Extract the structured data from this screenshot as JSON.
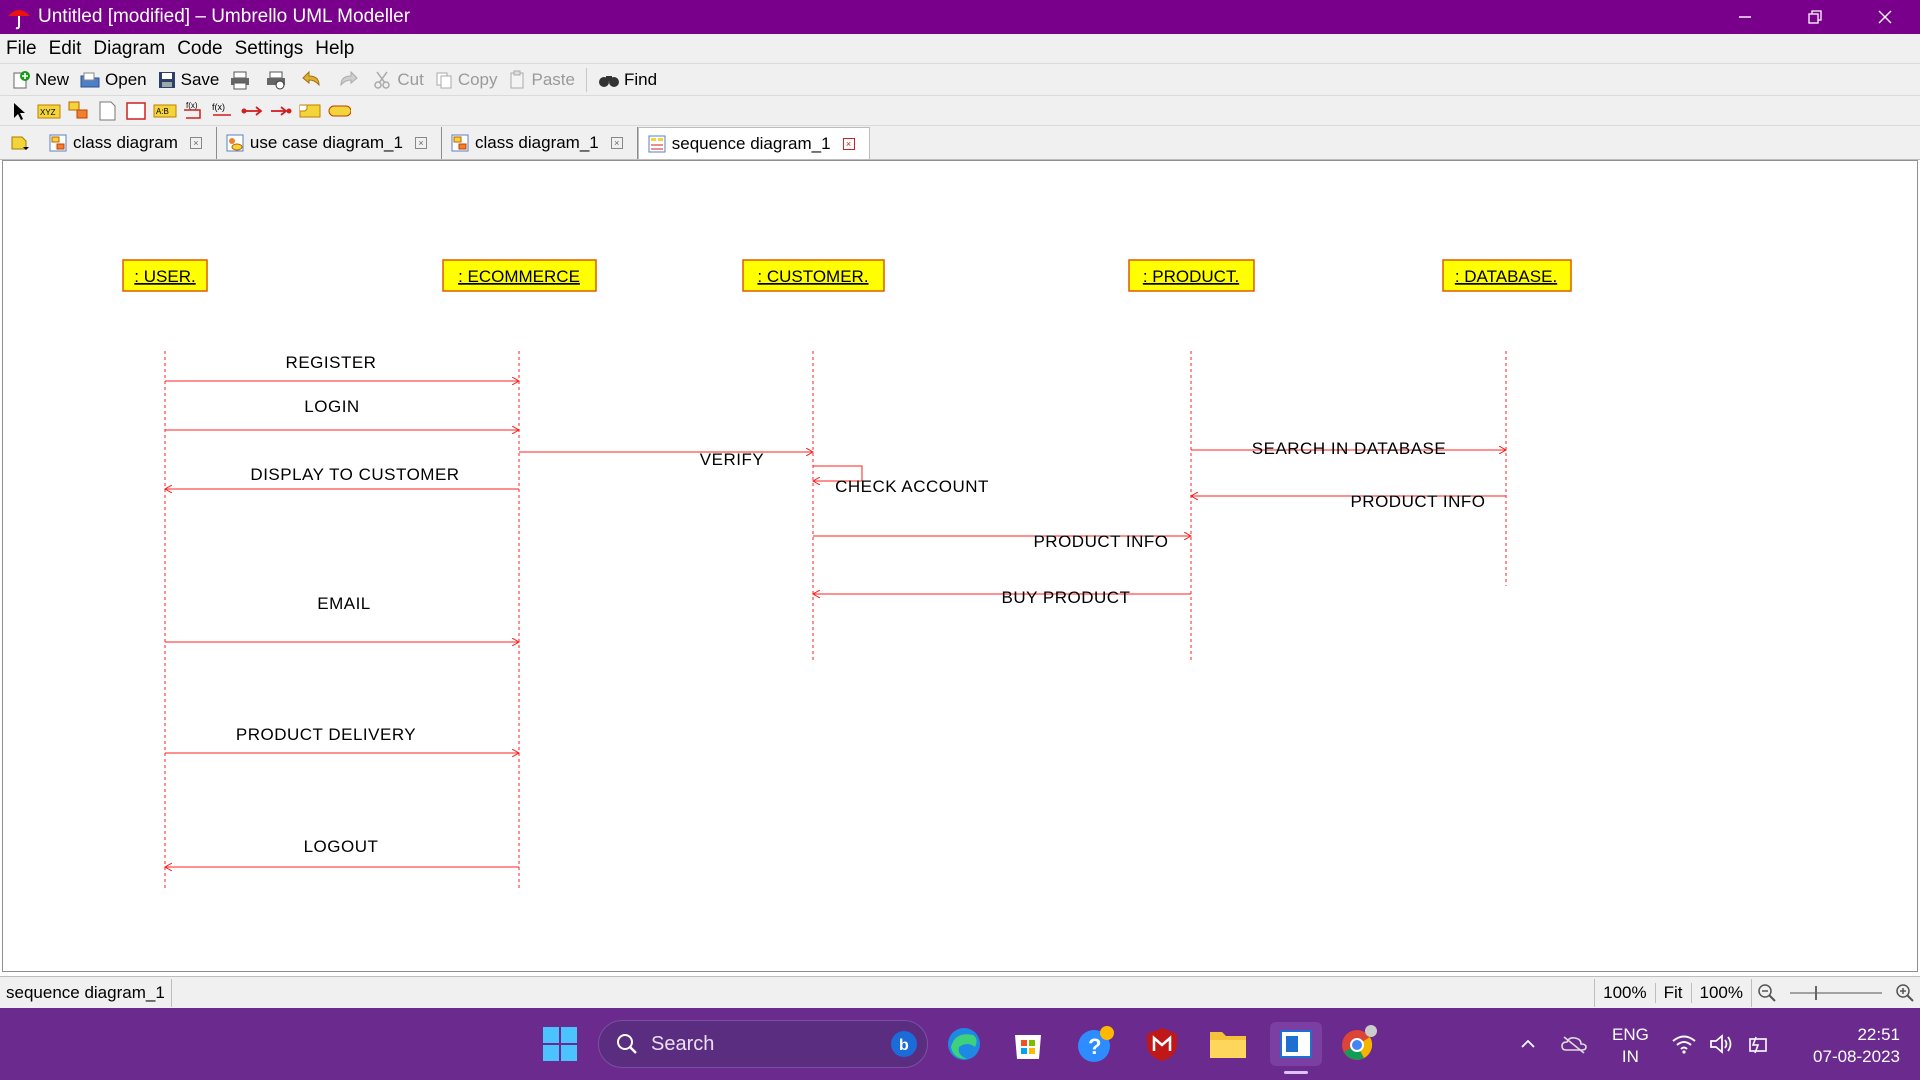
{
  "window": {
    "title": "Untitled [modified] – Umbrello UML Modeller"
  },
  "menu": [
    "File",
    "Edit",
    "Diagram",
    "Code",
    "Settings",
    "Help"
  ],
  "toolbar": {
    "new_label": "New",
    "open_label": "Open",
    "save_label": "Save",
    "cut_label": "Cut",
    "copy_label": "Copy",
    "paste_label": "Paste",
    "find_label": "Find"
  },
  "palette_text": {
    "xyz": "XYZ",
    "ab": "A:B",
    "fx": "f(x)"
  },
  "tabs": [
    {
      "label": "class diagram",
      "active": false
    },
    {
      "label": "use case diagram_1",
      "active": false
    },
    {
      "label": "class diagram_1",
      "active": false
    },
    {
      "label": "sequence diagram_1",
      "active": true
    }
  ],
  "diagram": {
    "objects": [
      ": USER.",
      ": ECOMMERCE",
      ": CUSTOMER.",
      ": PRODUCT.",
      ": DATABASE."
    ],
    "messages": [
      "REGISTER",
      "LOGIN",
      "VERIFY",
      "CHECK ACCOUNT",
      "DISPLAY TO CUSTOMER",
      "SEARCH IN DATABASE",
      "PRODUCT INFO",
      "PRODUCT INFO",
      "BUY PRODUCT",
      "EMAIL",
      "PRODUCT DELIVERY",
      "LOGOUT"
    ],
    "colors": {
      "object_fill": "#ffff00",
      "object_border": "#e05a00",
      "line": "#ff2020"
    }
  },
  "status": {
    "diagram_name": "sequence diagram_1",
    "zoom_left": "100%",
    "fit_label": "Fit",
    "zoom_right": "100%"
  },
  "taskbar": {
    "search_placeholder": "Search",
    "lang_top": "ENG",
    "lang_bottom": "IN",
    "time": "22:51",
    "date": "07-08-2023"
  }
}
